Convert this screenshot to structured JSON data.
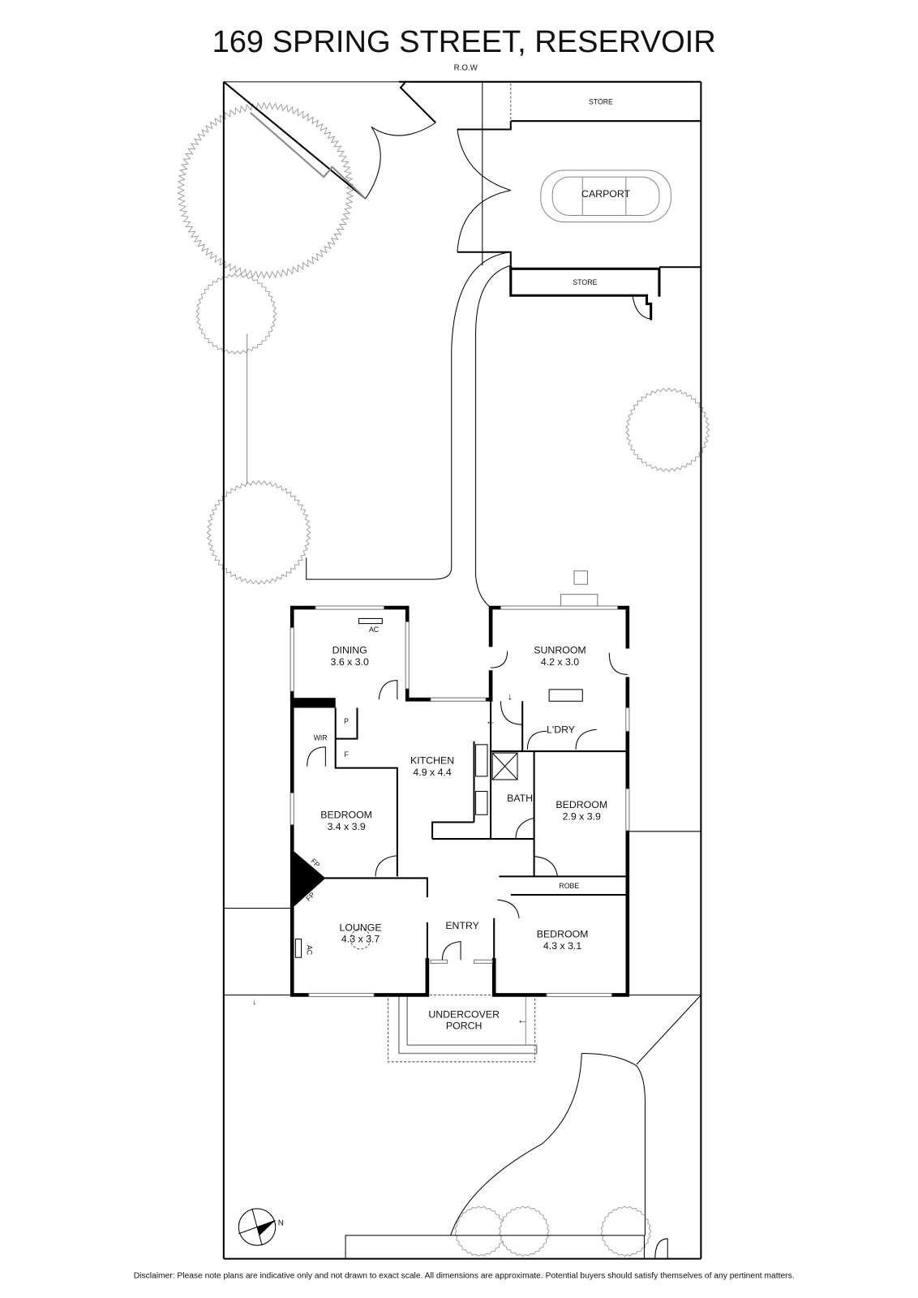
{
  "title": "169 SPRING STREET, RESERVOIR",
  "row_label": "R.O.W",
  "disclaimer": "Disclaimer: Please note plans are indicative only and not drawn to exact scale. All dimensions are approximate. Potential buyers should satisfy themselves of any pertinent matters.",
  "compass_label": "N",
  "outbuildings": {
    "store_top": "STORE",
    "carport": "CARPORT",
    "store_lower": "STORE"
  },
  "rooms": {
    "dining": {
      "name": "DINING",
      "size": "3.6 x 3.0"
    },
    "sunroom": {
      "name": "SUNROOM",
      "size": "4.2 x 3.0"
    },
    "kitchen": {
      "name": "KITCHEN",
      "size": "4.9 x 4.4"
    },
    "laundry": {
      "name": "L'DRY"
    },
    "bath": {
      "name": "BATH"
    },
    "bedroom1": {
      "name": "BEDROOM",
      "size": "3.4 x 3.9"
    },
    "bedroom2": {
      "name": "BEDROOM",
      "size": "2.9 x 3.9"
    },
    "bedroom3": {
      "name": "BEDROOM",
      "size": "4.3 x 3.1"
    },
    "lounge": {
      "name": "LOUNGE",
      "size": "4.3 x 3.7"
    },
    "entry": {
      "name": "ENTRY"
    },
    "robe": {
      "name": "ROBE"
    },
    "wir": {
      "name": "WIR"
    },
    "pantry": {
      "name": "P"
    },
    "fridge": {
      "name": "F"
    },
    "porch": {
      "name": "UNDERCOVER",
      "name2": "PORCH"
    }
  },
  "fixtures": {
    "ac_dining": "AC",
    "ac_lounge": "AC",
    "fp1": "FP",
    "fp2": "FP"
  }
}
